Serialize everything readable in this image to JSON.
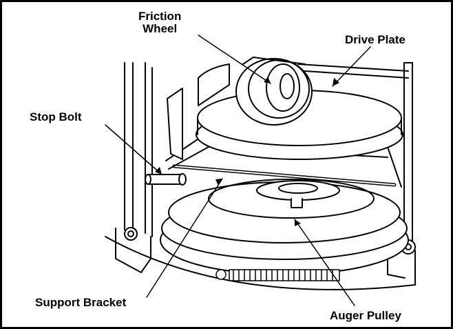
{
  "figure": {
    "labels": {
      "friction_wheel": [
        "Friction",
        "Wheel"
      ],
      "drive_plate": "Drive Plate",
      "stop_bolt": "Stop Bolt",
      "support_bracket": "Support Bracket",
      "auger_pulley": "Auger Pulley"
    }
  }
}
